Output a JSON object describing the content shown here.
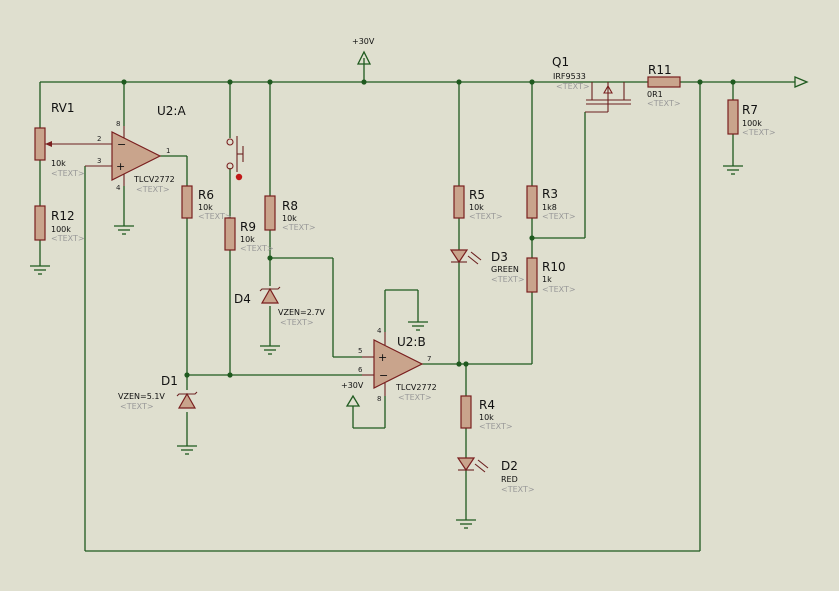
{
  "power": {
    "vcc_top": "+30V",
    "vcc_u2b": "+30V"
  },
  "components": {
    "rv1": {
      "ref": "RV1",
      "value": "10k",
      "text": "<TEXT>"
    },
    "r12": {
      "ref": "R12",
      "value": "100k",
      "text": "<TEXT>"
    },
    "u2a": {
      "ref": "U2:A",
      "part": "TLCV2772",
      "text": "<TEXT>",
      "pins": {
        "p2": "2",
        "p3": "3",
        "p1": "1",
        "p8": "8",
        "p4": "4"
      }
    },
    "r6": {
      "ref": "R6",
      "value": "10k",
      "text": "<TEXT>"
    },
    "r9": {
      "ref": "R9",
      "value": "10k",
      "text": "<TEXT>"
    },
    "r8": {
      "ref": "R8",
      "value": "10k",
      "text": "<TEXT>"
    },
    "d4": {
      "ref": "D4",
      "value": "VZEN=2.7V",
      "text": "<TEXT>"
    },
    "d1": {
      "ref": "D1",
      "value": "VZEN=5.1V",
      "text": "<TEXT>"
    },
    "u2b": {
      "ref": "U2:B",
      "part": "TLCV2772",
      "text": "<TEXT>",
      "pins": {
        "p5": "5",
        "p6": "6",
        "p7": "7",
        "p4": "4",
        "p8": "8"
      }
    },
    "r5": {
      "ref": "R5",
      "value": "10k",
      "text": "<TEXT>"
    },
    "d3": {
      "ref": "D3",
      "value": "GREEN",
      "text": "<TEXT>"
    },
    "r3": {
      "ref": "R3",
      "value": "1k8",
      "text": "<TEXT>"
    },
    "r10": {
      "ref": "R10",
      "value": "1k",
      "text": "<TEXT>"
    },
    "r4": {
      "ref": "R4",
      "value": "10k",
      "text": "<TEXT>"
    },
    "d2": {
      "ref": "D2",
      "value": "RED",
      "text": "<TEXT>"
    },
    "q1": {
      "ref": "Q1",
      "part": "IRF9533",
      "text": "<TEXT>"
    },
    "r11": {
      "ref": "R11",
      "value": "0R1",
      "text": "<TEXT>"
    },
    "r7": {
      "ref": "R7",
      "value": "100k",
      "text": "<TEXT>"
    }
  }
}
